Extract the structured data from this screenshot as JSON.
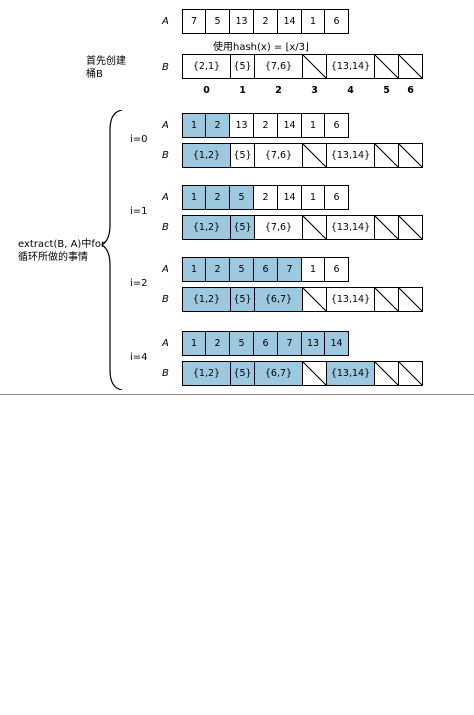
{
  "labels": {
    "A": "A",
    "B": "B"
  },
  "top": {
    "A": [
      "7",
      "5",
      "13",
      "2",
      "14",
      "1",
      "6"
    ],
    "hash_note": "使用hash(x) = ⌊x/3⌋",
    "create_note_line1": "首先创建",
    "create_note_line2": "桶B",
    "B": [
      "{2,1}",
      "{5}",
      "{7,6}",
      "",
      "{13,14}",
      "",
      ""
    ],
    "indices": [
      "0",
      "1",
      "2",
      "3",
      "4",
      "5",
      "6"
    ]
  },
  "side_label_line1": "extract(B, A)中for",
  "side_label_line2": "循环所做的事情",
  "iterations": [
    {
      "label": "i=0",
      "A": [
        "1",
        "2",
        "13",
        "2",
        "14",
        "1",
        "6"
      ],
      "A_hl": [
        true,
        true,
        false,
        false,
        false,
        false,
        false
      ],
      "B": [
        "{1,2}",
        "{5}",
        "{7,6}",
        "",
        "{13,14}",
        "",
        ""
      ],
      "B_hl": [
        true,
        false,
        false,
        false,
        false,
        false,
        false
      ]
    },
    {
      "label": "i=1",
      "A": [
        "1",
        "2",
        "5",
        "2",
        "14",
        "1",
        "6"
      ],
      "A_hl": [
        true,
        true,
        true,
        false,
        false,
        false,
        false
      ],
      "B": [
        "{1,2}",
        "{5}",
        "{7,6}",
        "",
        "{13,14}",
        "",
        ""
      ],
      "B_hl": [
        true,
        true,
        false,
        false,
        false,
        false,
        false
      ]
    },
    {
      "label": "i=2",
      "A": [
        "1",
        "2",
        "5",
        "6",
        "7",
        "1",
        "6"
      ],
      "A_hl": [
        true,
        true,
        true,
        true,
        true,
        false,
        false
      ],
      "B": [
        "{1,2}",
        "{5}",
        "{6,7}",
        "",
        "{13,14}",
        "",
        ""
      ],
      "B_hl": [
        true,
        true,
        true,
        false,
        false,
        false,
        false
      ]
    },
    {
      "label": "i=4",
      "A": [
        "1",
        "2",
        "5",
        "6",
        "7",
        "13",
        "14"
      ],
      "A_hl": [
        true,
        true,
        true,
        true,
        true,
        true,
        true
      ],
      "B": [
        "{1,2}",
        "{5}",
        "{6,7}",
        "",
        "{13,14}",
        "",
        ""
      ],
      "B_hl": [
        true,
        true,
        true,
        false,
        true,
        false,
        false
      ]
    }
  ]
}
